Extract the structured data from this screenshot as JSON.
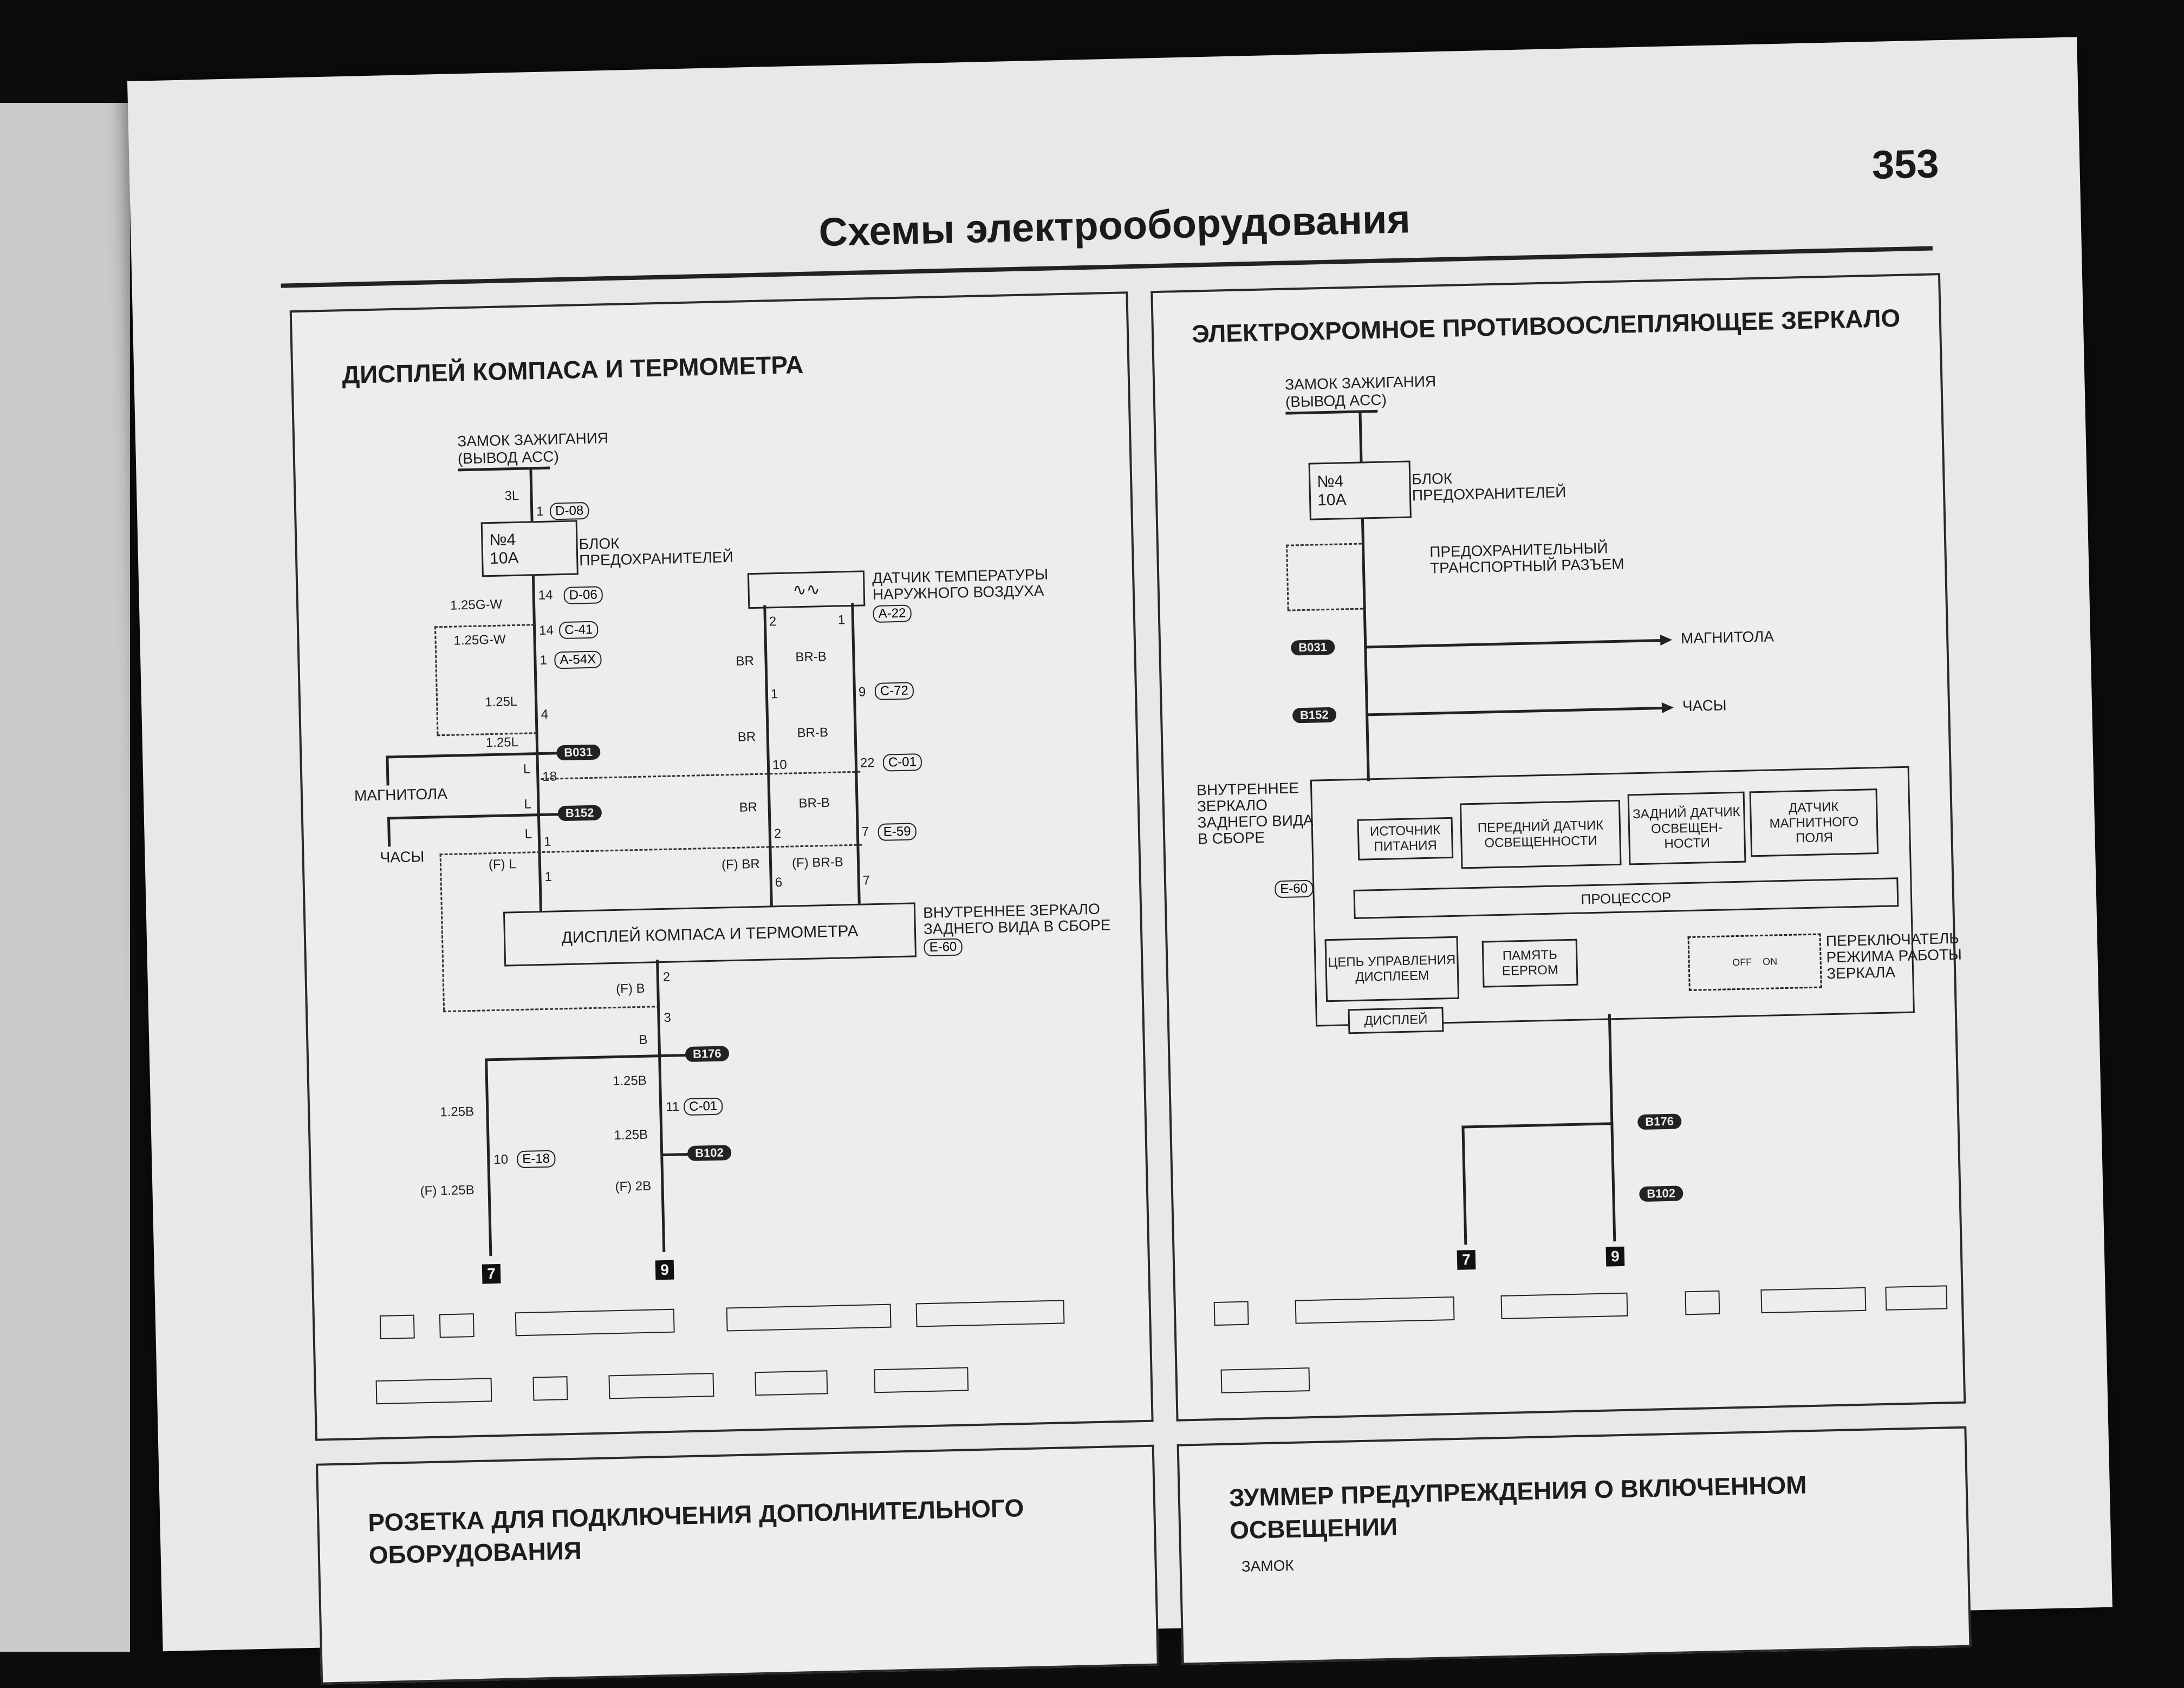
{
  "page": {
    "number": "353",
    "header": "Схемы электрооборудования"
  },
  "left_panel": {
    "title": "ДИСПЛЕЙ КОМПАСА И ТЕРМОМЕТРА",
    "ignition": "ЗАМОК ЗАЖИГАНИЯ",
    "ignition_sub": "(ВЫВОД ACC)",
    "wire_3l": "3L",
    "pin_1": "1",
    "conn_d08": "D-08",
    "fuse_no": "№4",
    "fuse_amp": "10A",
    "fuse_block": "БЛОК",
    "fuse_block_2": "ПРЕДОХРАНИТЕЛЕЙ",
    "wire_125gw": "1.25G-W",
    "pin_14": "14",
    "conn_d06": "D-06",
    "conn_c41": "C-41",
    "conn_a54x": "A-54X",
    "wire_125l": "1.25L",
    "pin_4": "4",
    "splice_b031": "B031",
    "wire_l": "L",
    "pin_18": "18",
    "radio": "МАГНИТОЛА",
    "splice_b152": "B152",
    "clock": "ЧАСЫ",
    "wire_fl": "(F) L",
    "sensor": "ДАТЧИК ТЕМПЕРАТУРЫ",
    "sensor_2": "НАРУЖНОГО ВОЗДУХА",
    "conn_a22": "A-22",
    "pin_2": "2",
    "wire_br": "BR",
    "wire_brb": "BR-B",
    "pin_9": "9",
    "conn_c72": "C-72",
    "pin_10": "10",
    "pin_22": "22",
    "conn_c01": "C-01",
    "pin_7": "7",
    "conn_e59": "E-59",
    "wire_fbr": "(F) BR",
    "wire_fbrb": "(F) BR-B",
    "pin_6": "6",
    "display": "ДИСПЛЕЙ КОМПАСА И ТЕРМОМЕТРА",
    "mirror": "ВНУТРЕННЕЕ ЗЕРКАЛО",
    "mirror_2": "ЗАДНЕГО ВИДА В СБОРЕ",
    "conn_e60": "E-60",
    "wire_fb": "(F) B",
    "pin_3": "3",
    "wire_b": "B",
    "splice_b176": "B176",
    "wire_125b": "1.25B",
    "pin_11": "11",
    "conn_e18": "E-18",
    "splice_b102": "B102",
    "wire_f125b": "(F) 1.25B",
    "wire_f2b": "(F) 2B",
    "ground_7": "7",
    "ground_9": "9"
  },
  "right_panel": {
    "title": "ЭЛЕКТРОХРОМНОЕ ПРОТИВООСЛЕПЛЯЮЩЕЕ ЗЕРКАЛО",
    "ignition": "ЗАМОК ЗАЖИГАНИЯ",
    "ignition_sub": "(ВЫВОД ACC)",
    "fuse_block": "БЛОК",
    "fuse_block_2": "ПРЕДОХРАНИТЕЛЕЙ",
    "transport": "ПРЕДОХРАНИТЕЛЬНЫЙ",
    "transport_2": "ТРАНСПОРТНЫЙ РАЗЪЕМ",
    "radio": "МАГНИТОЛА",
    "clock": "ЧАСЫ",
    "mirror_assy": "ВНУТРЕННЕЕ",
    "mirror_assy_2": "ЗЕРКАЛО",
    "mirror_assy_3": "ЗАДНЕГО ВИДА",
    "mirror_assy_4": "В СБОРЕ",
    "power": "ИСТОЧНИК ПИТАНИЯ",
    "front_sensor": "ПЕРЕДНИЙ ДАТЧИК ОСВЕЩЕННОСТИ",
    "rear_sensor": "ЗАДНИЙ ДАТЧИК ОСВЕЩЕН-НОСТИ",
    "mag_sensor": "ДАТЧИК МАГНИТНОГО ПОЛЯ",
    "processor": "ПРОЦЕССОР",
    "display_ctrl": "ЦЕПЬ УПРАВЛЕНИЯ ДИСПЛЕЕМ",
    "eeprom": "ПАМЯТЬ EEPROM",
    "display": "ДИСПЛЕЙ",
    "switch": "ПЕРЕКЛЮЧАТЕЛЬ",
    "switch_2": "РЕЖИМА РАБОТЫ",
    "switch_3": "ЗЕРКАЛА",
    "off": "OFF",
    "on": "ON"
  },
  "bottom_left": {
    "title": "РОЗЕТКА ДЛЯ ПОДКЛЮЧЕНИЯ ДОПОЛНИТЕЛЬНОГО",
    "title_2": "ОБОРУДОВАНИЯ"
  },
  "bottom_right": {
    "title": "ЗУММЕР ПРЕДУПРЕЖДЕНИЯ О ВКЛЮЧЕННОМ",
    "title_2": "ОСВЕЩЕНИИ",
    "sub": "ЗАМОК"
  }
}
